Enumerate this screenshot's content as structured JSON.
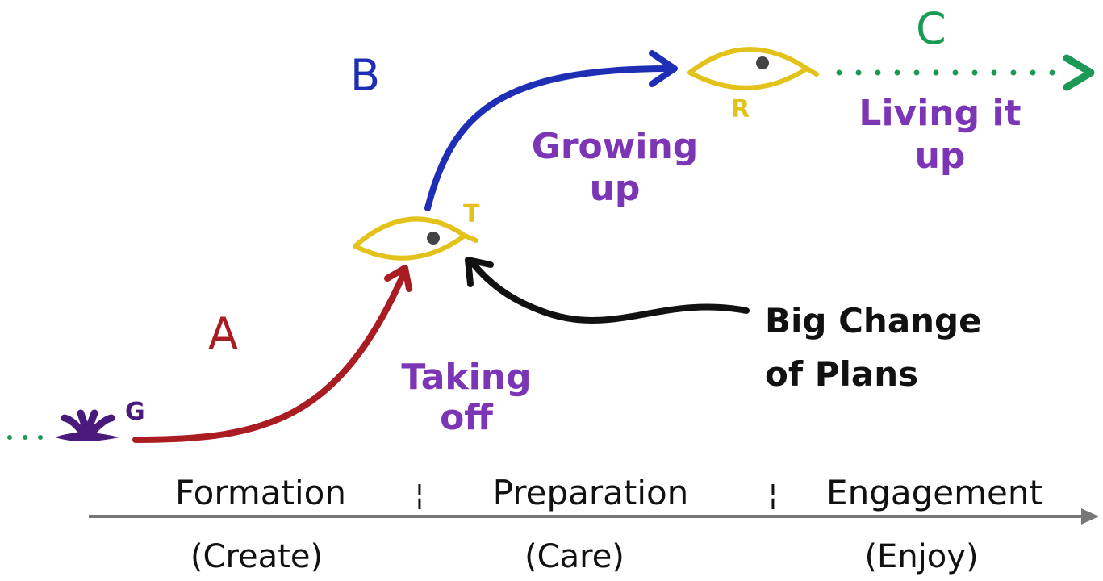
{
  "colors": {
    "purple": "#7b35b5",
    "darkpurple": "#4a1a7a",
    "red": "#a81c22",
    "blue": "#1e2fb5",
    "green": "#1a9a55",
    "yellow": "#e3c21b",
    "black": "#111111",
    "axis": "#777777",
    "pupil": "#444444"
  },
  "stages": {
    "g": {
      "letter": "G"
    },
    "t": {
      "letter": "T"
    },
    "r": {
      "letter": "R"
    }
  },
  "paths": {
    "a": {
      "letter": "A",
      "label_line1": "Taking",
      "label_line2": "off"
    },
    "b": {
      "letter": "B",
      "label_line1": "Growing",
      "label_line2": "up"
    },
    "c": {
      "letter": "C",
      "label_line1": "Living it",
      "label_line2": "up"
    }
  },
  "callout": {
    "line1": "Big Change",
    "line2": "of Plans"
  },
  "phases": [
    {
      "name": "Formation",
      "sub": "(Create)"
    },
    {
      "name": "Preparation",
      "sub": "(Care)"
    },
    {
      "name": "Engagement",
      "sub": "(Enjoy)"
    }
  ],
  "separator": "¦"
}
